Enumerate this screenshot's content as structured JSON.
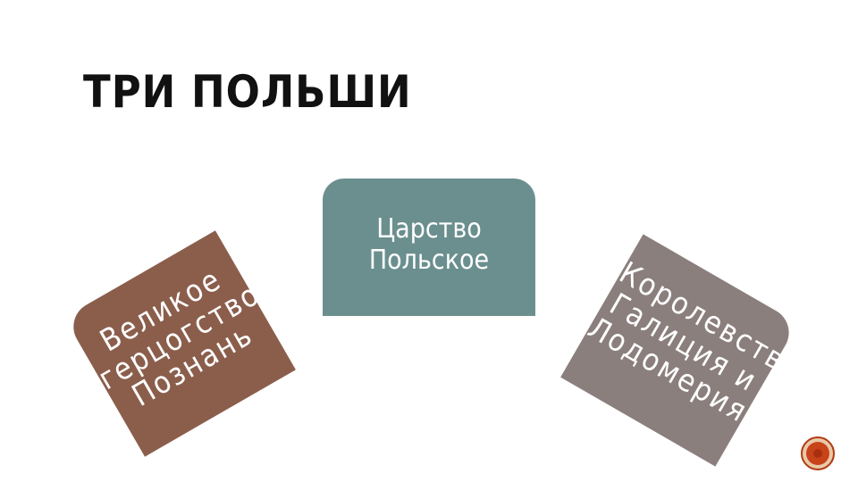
{
  "title": "ТРИ ПОЛЬШИ",
  "tiles": {
    "left": {
      "lines": [
        "Великое",
        "герцогство",
        "Познань"
      ]
    },
    "center": {
      "lines": [
        "Царство",
        "Польское"
      ]
    },
    "right": {
      "lines": [
        "Королевство",
        "Галиция и",
        "Лодомерия"
      ]
    }
  },
  "colors": {
    "left_tile": "#8b5e4c",
    "center_tile": "#6b8f8f",
    "right_tile": "#8a7f7d",
    "badge": "#c8431a"
  },
  "icons": {
    "badge": "orange-circle-badge-icon"
  }
}
